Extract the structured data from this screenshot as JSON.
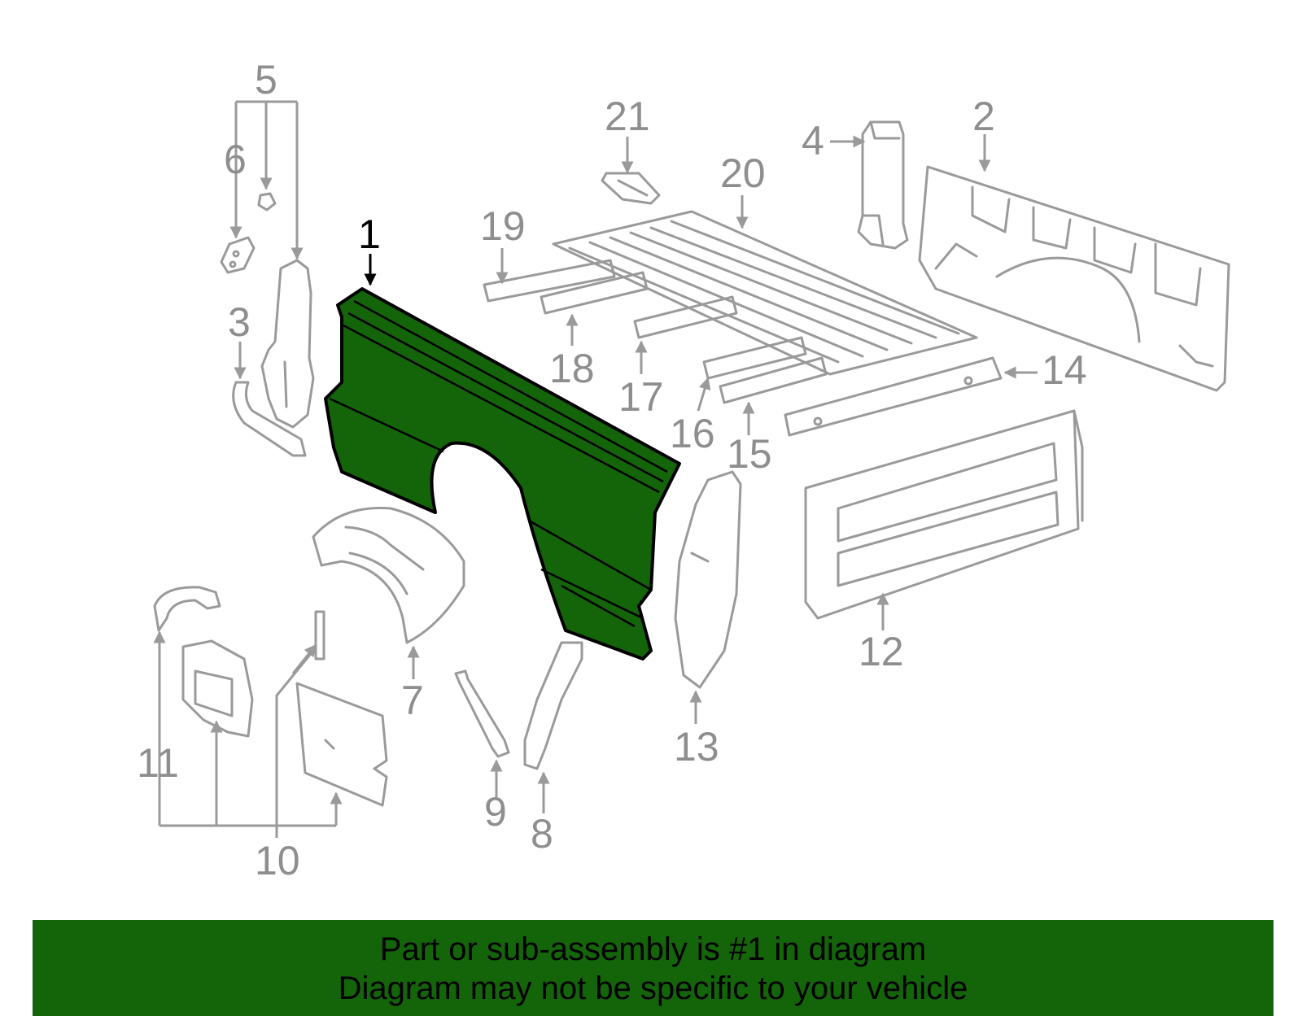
{
  "highlight_color": "#14640a",
  "callouts": {
    "c1": "1",
    "c2": "2",
    "c3": "3",
    "c4": "4",
    "c5": "5",
    "c6": "6",
    "c7": "7",
    "c8": "8",
    "c9": "9",
    "c10": "10",
    "c11": "11",
    "c12": "12",
    "c13": "13",
    "c14": "14",
    "c15": "15",
    "c16": "16",
    "c17": "17",
    "c18": "18",
    "c19": "19",
    "c20": "20",
    "c21": "21"
  },
  "banner": {
    "line1": "Part or sub-assembly is #1 in diagram",
    "line2": "Diagram may not be specific to your vehicle"
  }
}
